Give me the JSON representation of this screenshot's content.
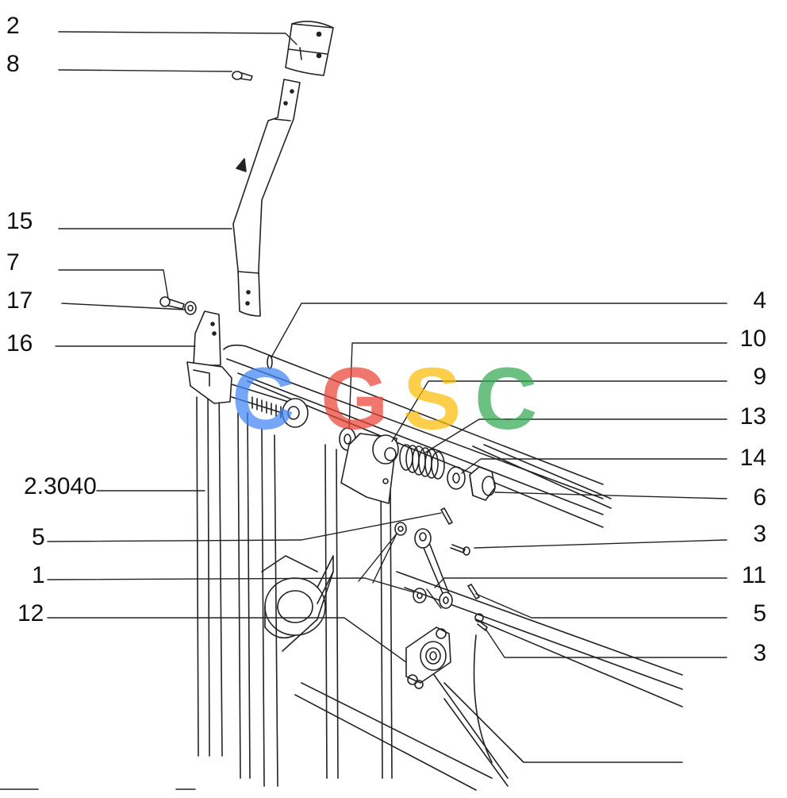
{
  "diagram": {
    "left_labels": [
      "2",
      "8",
      "15",
      "7",
      "17",
      "16",
      "2.3040",
      "5",
      "1",
      "12"
    ],
    "right_labels": [
      "4",
      "10",
      "9",
      "13",
      "14",
      "6",
      "3",
      "11",
      "5",
      "3"
    ]
  },
  "watermark": {
    "letters": [
      "C",
      "G",
      "S",
      "C"
    ],
    "colors": [
      "#4285f4",
      "#ea4335",
      "#fbbc05",
      "#34a853"
    ]
  }
}
